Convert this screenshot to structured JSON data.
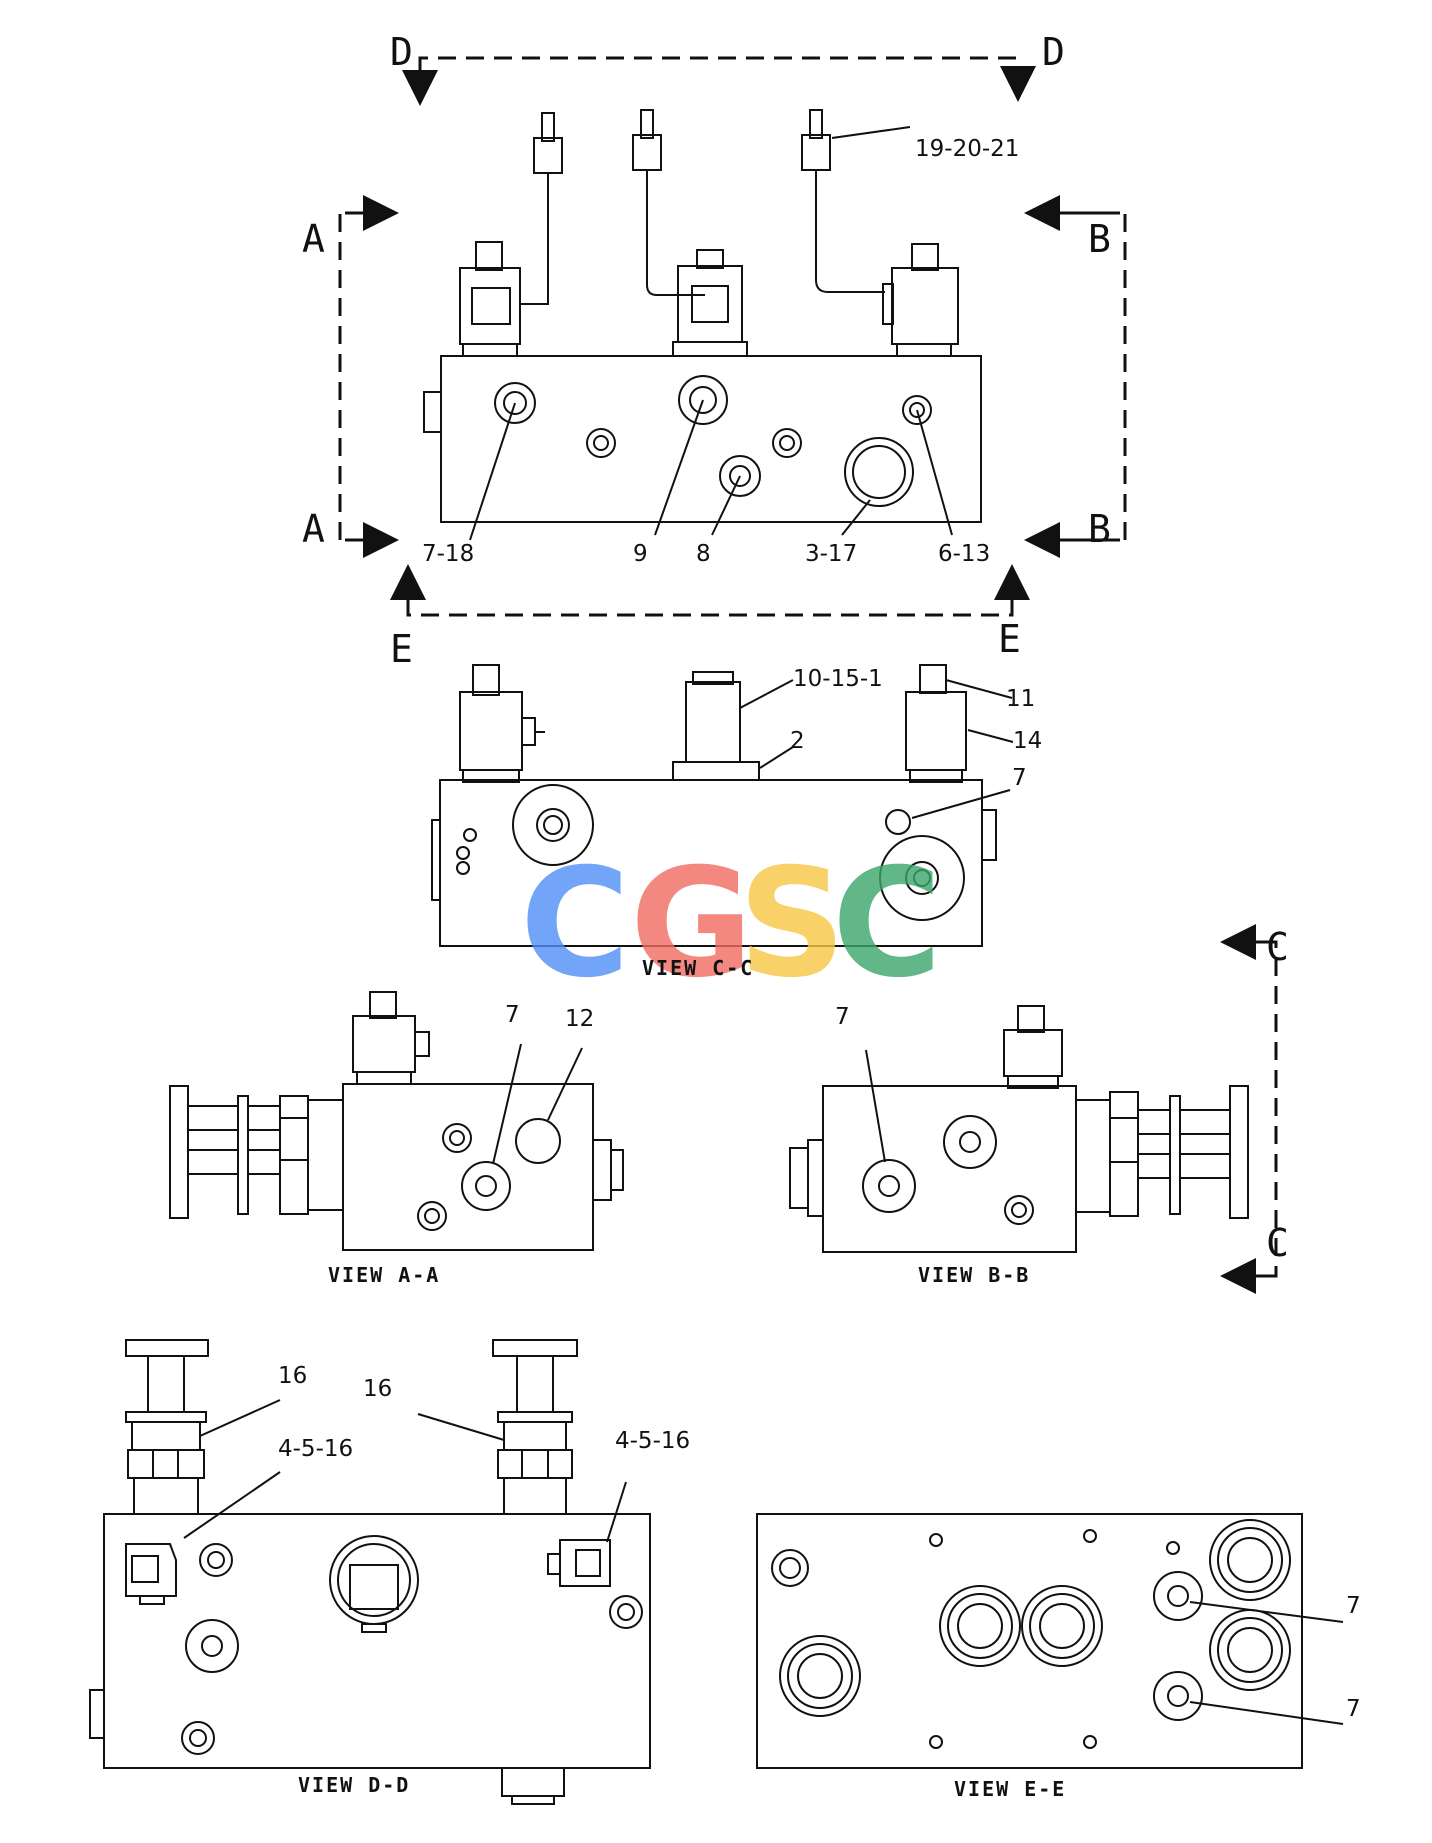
{
  "section_markers": {
    "d_left": "D",
    "d_right": "D",
    "a_top": "A",
    "a_bottom": "A",
    "b_top": "B",
    "b_bottom": "B",
    "e_left": "E",
    "e_right": "E",
    "c_top": "C",
    "c_bottom": "C"
  },
  "callouts": {
    "top_connector": "19-20-21",
    "top_7_18": "7-18",
    "top_9": "9",
    "top_8": "8",
    "top_3_17": "3-17",
    "top_6_13": "6-13",
    "cc_10_15_1": "10-15-1",
    "cc_11": "11",
    "cc_2": "2",
    "cc_14": "14",
    "cc_7": "7",
    "aa_7": "7",
    "aa_12": "12",
    "bb_7": "7",
    "dd_16_left": "16",
    "dd_16_right": "16",
    "dd_4_5_16_left": "4-5-16",
    "dd_4_5_16_right": "4-5-16",
    "ee_7_top": "7",
    "ee_7_bottom": "7"
  },
  "view_captions": {
    "view_cc": "VIEW C-C",
    "view_aa": "VIEW A-A",
    "view_bb": "VIEW B-B",
    "view_dd": "VIEW D-D",
    "view_ee": "VIEW E-E"
  },
  "watermark": {
    "letters": [
      "C",
      "G",
      "S",
      "C"
    ],
    "colors": [
      "#4f8ef7",
      "#ef6b60",
      "#f7c843",
      "#3aa66a"
    ]
  }
}
